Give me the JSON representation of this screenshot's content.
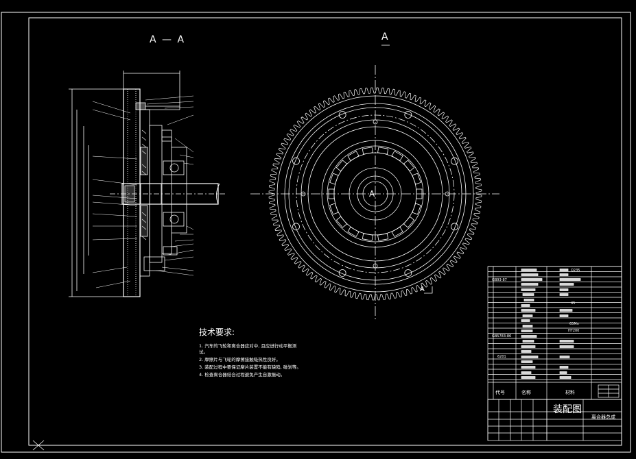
{
  "drawing": {
    "section_label": "A — A",
    "view_label": "A",
    "center_label": "A",
    "arrow_label": "A"
  },
  "tech_requirements": {
    "title": "技术要求:",
    "items": [
      "1. 汽车的飞轮和离合器应对中, 且应进行动平衡测",
      "试。",
      "2. 摩擦片与飞轮的摩擦接触吸热性良好。",
      "3. 装配过程中要保证摩片装置不能有缺陷, 碰划等。",
      "4. 检查离合器结合过程避免产生自激振动。"
    ]
  },
  "title_block": {
    "header_code": "代号",
    "header_name": "名称",
    "header_material": "材料",
    "drawing_type": "装配图",
    "drawing_name": "离合器总成",
    "codes": [
      "GB5783-86",
      "GB93-87",
      "6201"
    ],
    "materials": [
      "Q235",
      "45",
      "65Mn",
      "HT200"
    ]
  }
}
